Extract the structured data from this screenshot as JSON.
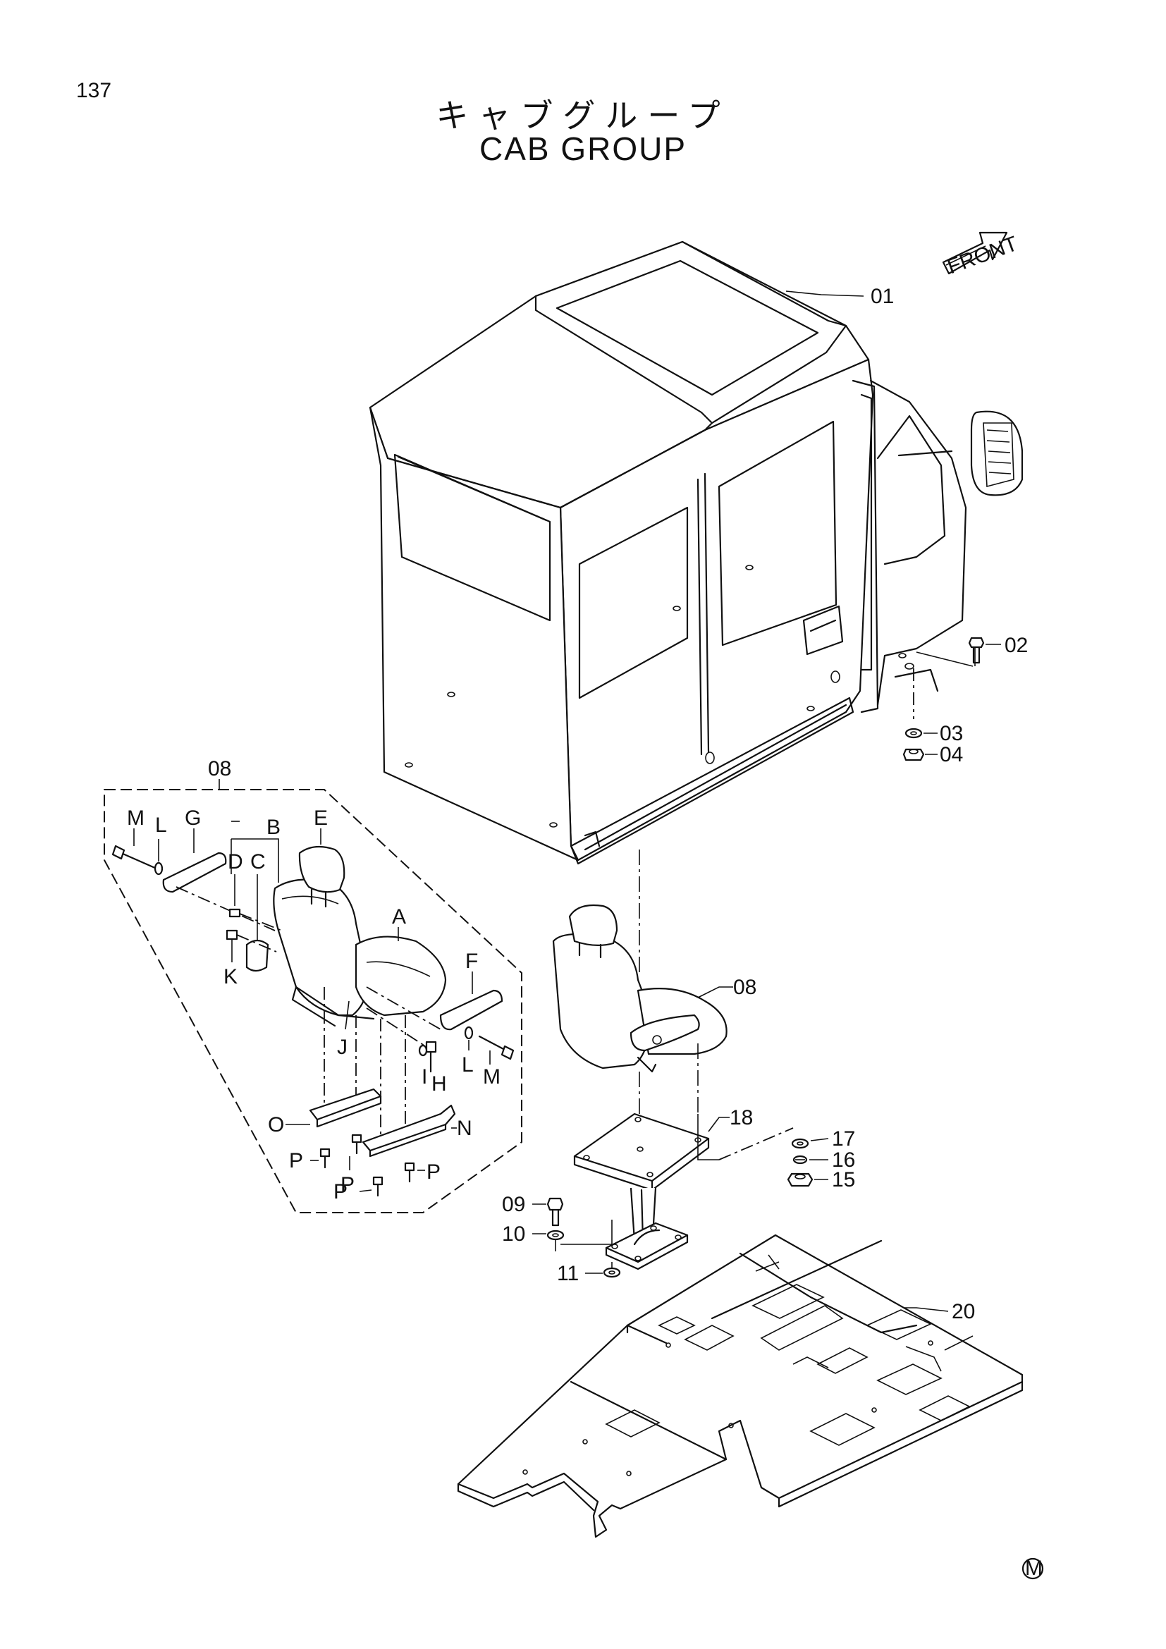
{
  "page": {
    "number": "137",
    "title_jp": "キャブグループ",
    "title_en": "CAB GROUP"
  },
  "badges": {
    "front": "FRONT",
    "maker_mark": "M"
  },
  "callouts": {
    "p01": "01",
    "p02": "02",
    "p03": "03",
    "p04": "04",
    "p08_kit": "08",
    "p08_seat": "08",
    "p09": "09",
    "p10": "10",
    "p11": "11",
    "p15": "15",
    "p16": "16",
    "p17": "17",
    "p18": "18",
    "p20": "20"
  },
  "seat_parts": {
    "A": "A",
    "B": "B",
    "C": "C",
    "D": "D",
    "E": "E",
    "F": "F",
    "G": "G",
    "H": "H",
    "I": "I",
    "J": "J",
    "K": "K",
    "L1": "L",
    "L2": "L",
    "M1": "M",
    "M2": "M",
    "N": "N",
    "O": "O",
    "P1": "P",
    "P2": "P",
    "P3": "P",
    "P4": "P"
  }
}
